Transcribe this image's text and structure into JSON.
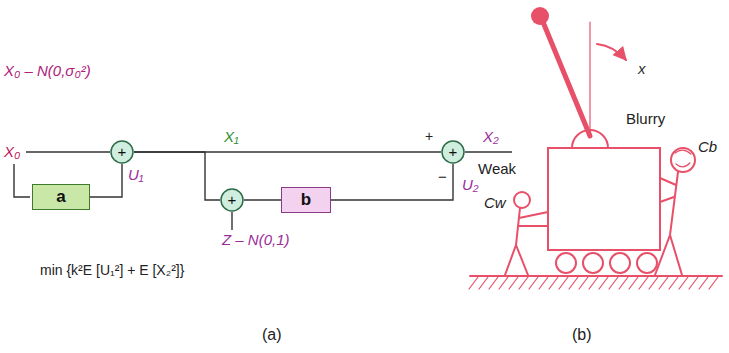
{
  "diagram": {
    "nodes": [
      {
        "text": [
          "a"
        ]
      },
      {
        "text": [
          "+"
        ]
      },
      {
        "text": [
          "+"
        ]
      },
      {
        "text": [
          "b"
        ]
      },
      {
        "text": [
          "+"
        ]
      }
    ],
    "edges": [
      {
        "from": 0,
        "to": 1,
        "arrow": "none",
        "label": "U₁"
      },
      {
        "from": 1,
        "to": 4,
        "arrow": "none",
        "label": "X₁"
      },
      {
        "from": 1,
        "to": 2,
        "arrow": "none"
      },
      {
        "from": 2,
        "to": 3,
        "arrow": "none"
      },
      {
        "from": 3,
        "to": 4,
        "arrow": "none",
        "label": "U₂"
      }
    ],
    "labels": [
      "X₀ – N(0,σ₀²)",
      "X₀",
      "+",
      "−",
      "X₂",
      "Z – N(0,1)",
      "min {k²E [U₁²] + E [X₂²]}",
      "(a)",
      "x",
      "Blurry",
      "Weak",
      "Cw",
      "Cb",
      "(b)"
    ]
  }
}
